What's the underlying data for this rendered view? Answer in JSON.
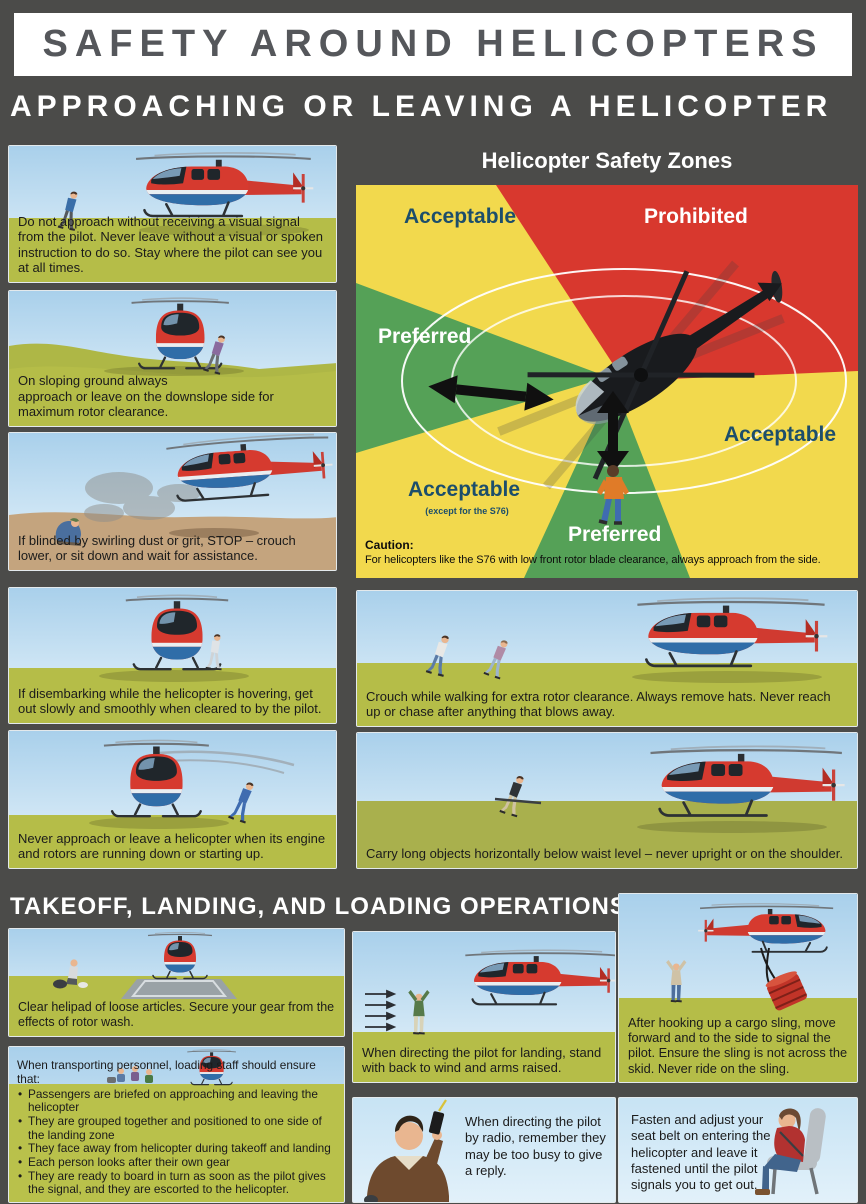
{
  "page": {
    "title": "SAFETY AROUND HELICOPTERS",
    "section1_heading": "APPROACHING OR LEAVING A HELICOPTER",
    "section2_heading": "TAKEOFF, LANDING, AND LOADING OPERATIONS"
  },
  "colors": {
    "background": "#4b4b49",
    "zone_yellow": "#f2d94d",
    "zone_red": "#d8382e",
    "zone_green": "#55a157",
    "zone_label_blue": "#1c4e6b",
    "panel_green": "#b5bd48",
    "panel_olive": "#a9b04d",
    "panel_tan": "#c4a47e",
    "heli_red": "#d63a2f",
    "heli_blue": "#2f6da8"
  },
  "left_panels": [
    {
      "caption": "Do not approach without receiving a visual signal from the pilot. Never leave without a visual or spoken instruction to do so. Stay where the pilot can see you at all times."
    },
    {
      "caption": "On sloping ground always\napproach or leave on the downslope side for maximum rotor clearance."
    },
    {
      "caption": "If blinded by swirling dust or grit, STOP – crouch lower, or sit down and wait for assistance."
    },
    {
      "caption": "If disembarking while the helicopter is hovering, get out slowly and smoothly when cleared to by the pilot."
    },
    {
      "caption": "Never approach or leave a helicopter when its engine and rotors are running down or starting up."
    }
  ],
  "safety_zones": {
    "title": "Helicopter Safety Zones",
    "labels": {
      "top_left": "Acceptable",
      "top_right": "Prohibited",
      "left": "Preferred",
      "bottom_left": "Acceptable",
      "bottom_left_note": "(except for the S76)",
      "bottom_center": "Preferred",
      "right": "Acceptable"
    },
    "caution_label": "Caution:",
    "caution_text": "For helicopters like the S76 with low front rotor blade clearance, always approach from the side."
  },
  "right_panels": [
    {
      "caption": "Crouch while walking for extra rotor clearance. Always remove hats. Never reach up or chase after anything that blows away."
    },
    {
      "caption": "Carry long objects horizontally below waist level – never upright or on the shoulder."
    }
  ],
  "bottom": {
    "clear_helipad": "Clear helipad of loose articles. Secure your gear from the effects of rotor wash.",
    "transporting_intro": "When transporting personnel, loading staff should ensure that:",
    "transporting_bullets": [
      "Passengers are briefed on approaching and leaving the helicopter",
      "They are grouped together and positioned to one side of the landing zone",
      "They face away from helicopter during takeoff and landing",
      "Each person looks after their own gear",
      "They are ready to board in turn as soon as the pilot gives the signal, and they are escorted to the helicopter."
    ],
    "directing_landing": "When directing the pilot for landing, stand with back to wind and arms raised.",
    "directing_radio": "When directing the pilot by radio, remember they may be too busy to give a reply.",
    "cargo_sling": "After hooking up a cargo sling, move forward and to the side to signal the pilot. Ensure the sling is not across the skid. Never ride on the sling.",
    "seat_belt": "Fasten and adjust your seat belt on entering the helicopter and leave it fastened until the pilot signals you to get out."
  }
}
